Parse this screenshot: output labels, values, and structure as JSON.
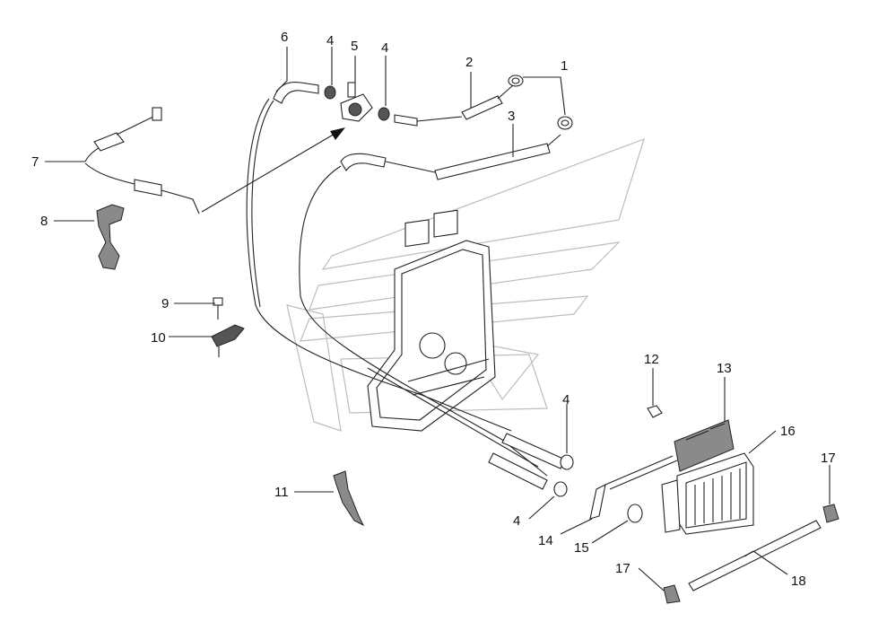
{
  "diagram": {
    "callouts": [
      "1",
      "2",
      "3",
      "4",
      "5",
      "6",
      "7",
      "8",
      "9",
      "10",
      "11",
      "12",
      "13",
      "14",
      "15",
      "16",
      "17",
      "18"
    ]
  },
  "labels": [
    {
      "id": "l6",
      "text": "6"
    },
    {
      "id": "l4a",
      "text": "4"
    },
    {
      "id": "l5",
      "text": "5"
    },
    {
      "id": "l4b",
      "text": "4"
    },
    {
      "id": "l2",
      "text": "2"
    },
    {
      "id": "l1",
      "text": "1"
    },
    {
      "id": "l3",
      "text": "3"
    },
    {
      "id": "l7",
      "text": "7"
    },
    {
      "id": "l8",
      "text": "8"
    },
    {
      "id": "l9",
      "text": "9"
    },
    {
      "id": "l10",
      "text": "10"
    },
    {
      "id": "l12",
      "text": "12"
    },
    {
      "id": "l13",
      "text": "13"
    },
    {
      "id": "l4c",
      "text": "4"
    },
    {
      "id": "l16",
      "text": "16"
    },
    {
      "id": "l17a",
      "text": "17"
    },
    {
      "id": "l11",
      "text": "11"
    },
    {
      "id": "l4d",
      "text": "4"
    },
    {
      "id": "l14",
      "text": "14"
    },
    {
      "id": "l15",
      "text": "15"
    },
    {
      "id": "l17b",
      "text": "17"
    },
    {
      "id": "l18",
      "text": "18"
    }
  ]
}
